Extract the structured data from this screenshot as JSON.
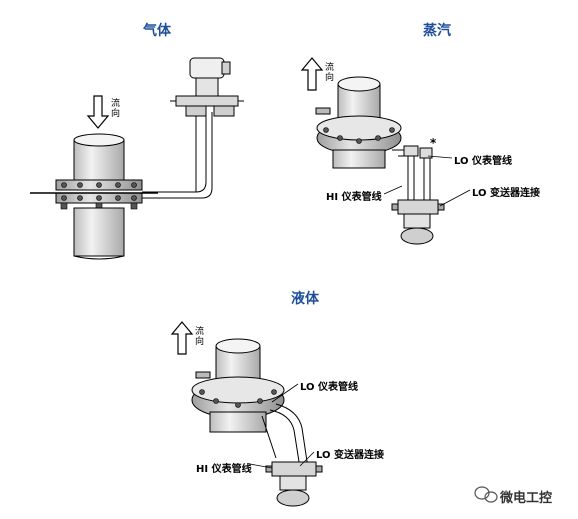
{
  "titles": {
    "gas": "气体",
    "steam": "蒸汽",
    "liquid": "液体"
  },
  "flow_label": "流向",
  "labels": {
    "lo_impulse": "LO 仪表管线",
    "hi_impulse": "HI 仪表管线",
    "lo_transmitter": "LO 变送器连接"
  },
  "marker": "*",
  "watermark": "微电工控",
  "colors": {
    "title": "#1f4e9a",
    "line": "#000000",
    "pipe": "#e0e0e0",
    "flange": "#cfcfcf"
  }
}
